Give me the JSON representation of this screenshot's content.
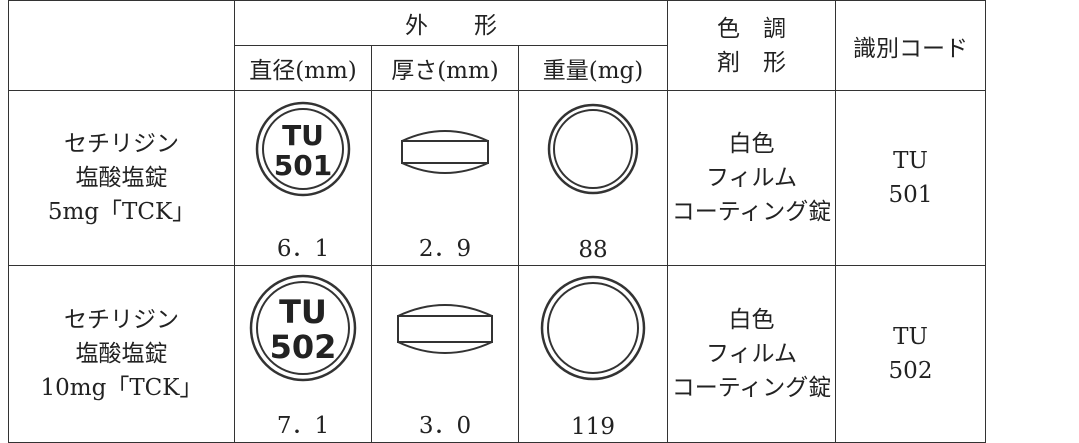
{
  "header": {
    "shape_group": "外　　形",
    "diameter": "直径(mm)",
    "thickness": "厚さ(mm)",
    "weight": "重量(mg)",
    "color_line1": "色　調",
    "color_line2": "剤　形",
    "code": "識別コード"
  },
  "rows": [
    {
      "name_line1": "セチリジン",
      "name_line2": "塩酸塩錠",
      "name_line3": "5mg「TCK」",
      "imprint_top": "TU",
      "imprint_bottom": "501",
      "diameter": "6．1",
      "thickness": "2．9",
      "weight": "88",
      "color": "白色",
      "form_line1": "フィルム",
      "form_line2": "コーティング錠",
      "code_line1": "TU",
      "code_line2": "501"
    },
    {
      "name_line1": "セチリジン",
      "name_line2": "塩酸塩錠",
      "name_line3": "10mg「TCK」",
      "imprint_top": "TU",
      "imprint_bottom": "502",
      "diameter": "7．1",
      "thickness": "3．0",
      "weight": "119",
      "color": "白色",
      "form_line1": "フィルム",
      "form_line2": "コーティング錠",
      "code_line1": "TU",
      "code_line2": "502"
    }
  ]
}
